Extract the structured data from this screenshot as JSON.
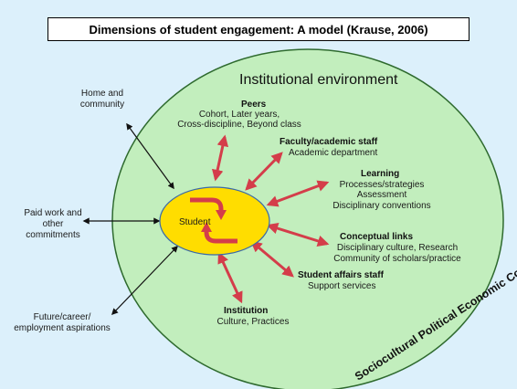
{
  "title": "Dimensions of student engagement: A model (Krause, 2006)",
  "colors": {
    "page_background": "#dcf0fb",
    "environment_fill": "#c2eebd",
    "student_fill": "#ffdd00",
    "arrow_red": "#d43d4a",
    "arrow_black": "#111111"
  },
  "environment": {
    "label": "Institutional environment",
    "context_label": "Sociocultural Political Economic Context"
  },
  "student": {
    "label": "Student",
    "icon": "cycle-arrows-icon"
  },
  "dimensions": {
    "peers": {
      "heading": "Peers",
      "lines": [
        "Cohort, Later years,",
        "Cross-discipline, Beyond class"
      ]
    },
    "faculty": {
      "heading": "Faculty/academic staff",
      "lines": [
        "Academic department"
      ]
    },
    "learning": {
      "heading": "Learning",
      "lines": [
        "Processes/strategies",
        "Assessment",
        "Disciplinary conventions"
      ]
    },
    "conceptual": {
      "heading": "Conceptual links",
      "lines": [
        "Disciplinary culture, Research",
        "Community of scholars/practice"
      ]
    },
    "affairs": {
      "heading": "Student affairs staff",
      "lines": [
        "Support services"
      ]
    },
    "institution": {
      "heading": "Institution",
      "lines": [
        "Culture, Practices"
      ]
    }
  },
  "external": {
    "home": [
      "Home and",
      "community"
    ],
    "work": [
      "Paid work and",
      "other",
      "commitments"
    ],
    "future": [
      "Future/career/",
      "employment aspirations"
    ]
  }
}
